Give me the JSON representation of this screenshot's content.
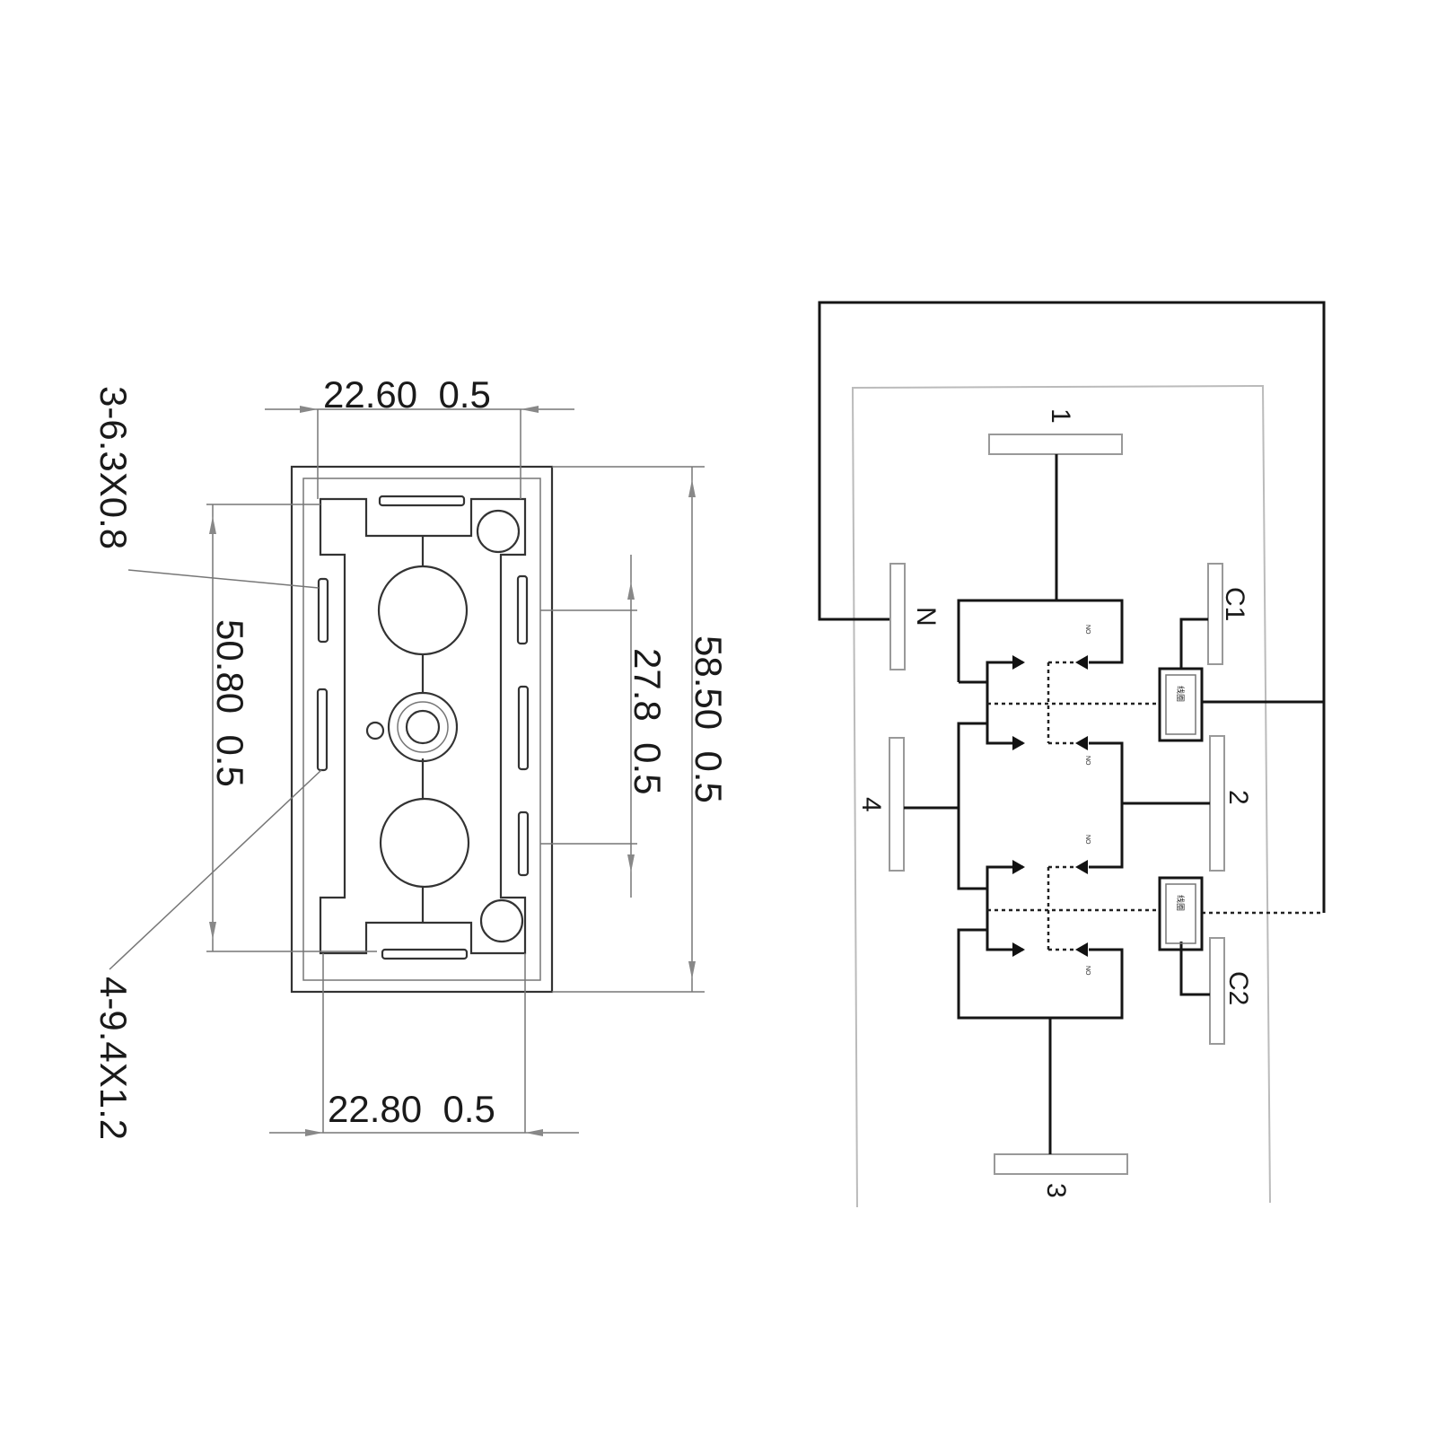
{
  "mechanical_drawing": {
    "dim_top_width": "22.60  0.5",
    "dim_bottom_width": "22.80  0.5",
    "dim_inner_height": "50.80  0.5",
    "dim_pin_spacing": "27.8  0.5",
    "dim_total_height": "58.50  0.5",
    "callout_small_terminals": "3-6.3X0.8",
    "callout_large_terminals": "4-9.4X1.2"
  },
  "wiring_diagram": {
    "terminal_1": "1",
    "terminal_2": "2",
    "terminal_3": "3",
    "terminal_4": "4",
    "terminal_n": "N",
    "terminal_c1": "C1",
    "terminal_c2": "C2",
    "contact_label": "NO",
    "coil_label": "线圈"
  }
}
